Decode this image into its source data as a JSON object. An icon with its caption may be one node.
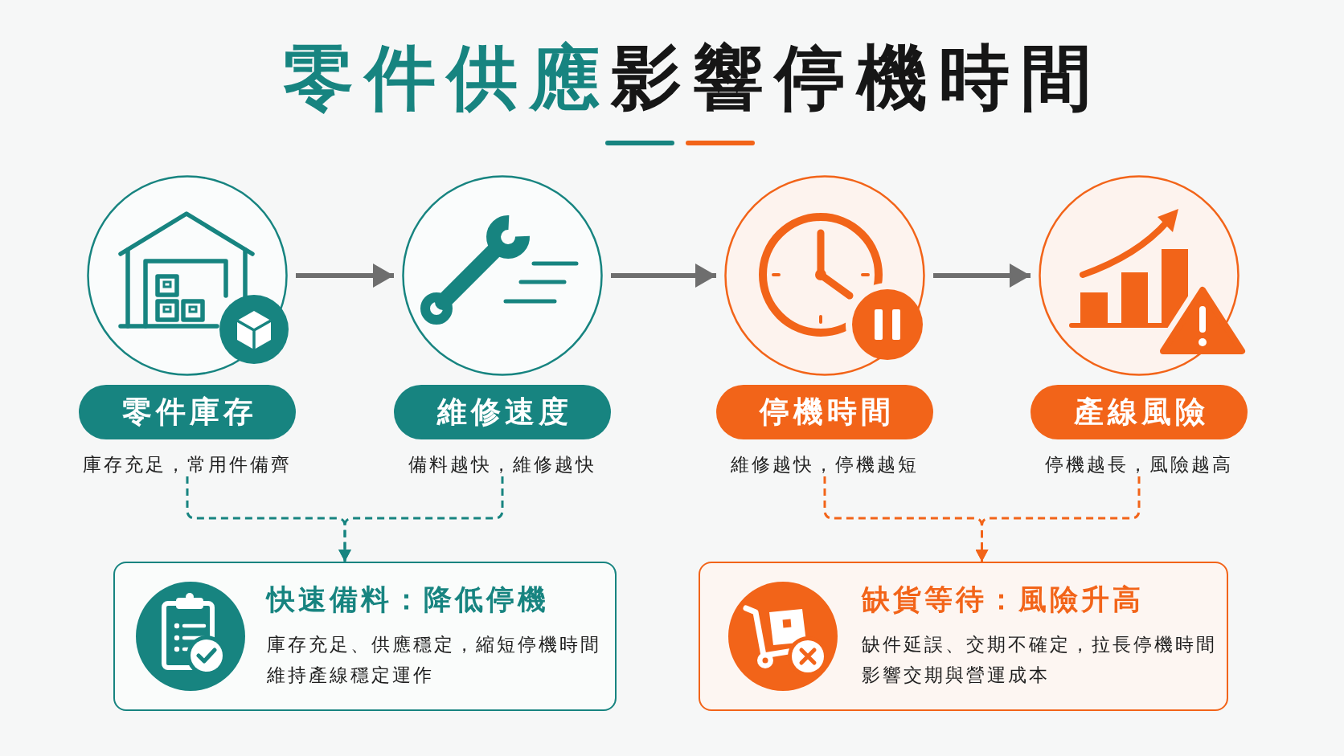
{
  "diagram": {
    "title": "**零件供應**影響停機時間",
    "nodes": [
      {
        "text": [],
        "shape": "circle"
      },
      {
        "text": [
          "零件庫存"
        ]
      },
      {
        "text": [
          "庫存充足，常用件備齊"
        ]
      },
      {
        "text": [],
        "shape": "circle"
      },
      {
        "text": [
          "維修速度"
        ]
      },
      {
        "text": [
          "備料越快，維修越快"
        ]
      },
      {
        "text": [],
        "shape": "circle"
      },
      {
        "text": [
          "停機時間"
        ]
      },
      {
        "text": [
          "維修越快，停機越短"
        ]
      },
      {
        "text": [],
        "shape": "circle"
      },
      {
        "text": [
          "產線風險"
        ]
      },
      {
        "text": [
          "停機越長，風險越高"
        ]
      },
      {
        "text": [
          "快速備料：降低停機",
          "庫存充足、供應穩定，縮短停機時間維持產線穩定運作"
        ]
      },
      {
        "text": [
          "缺貨等待：風險升高",
          "缺件延誤、交期不確定，拉長停機時間影響交期與營運成本"
        ]
      }
    ],
    "edges": [
      {
        "from": 0,
        "to": 3,
        "arrow": "to",
        "style": "thick"
      },
      {
        "from": 3,
        "to": 6,
        "arrow": "to",
        "style": "thick"
      },
      {
        "from": 6,
        "to": 9,
        "arrow": "to",
        "style": "thick"
      },
      {
        "from": 2,
        "to": 12,
        "arrow": "to",
        "style": "dashed",
        "color": "#178480"
      },
      {
        "from": 5,
        "to": 12,
        "arrow": "to",
        "style": "dashed",
        "color": "#178480"
      },
      {
        "from": 8,
        "to": 13,
        "arrow": "to",
        "style": "dashed",
        "color": "#f26419"
      },
      {
        "from": 11,
        "to": 13,
        "arrow": "to",
        "style": "dashed",
        "color": "#f26419"
      }
    ]
  }
}
